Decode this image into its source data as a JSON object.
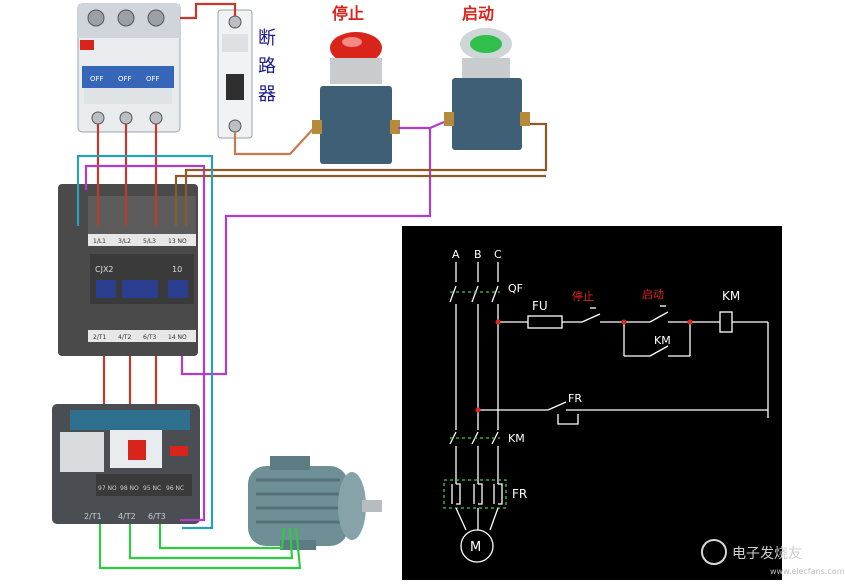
{
  "photo_labels": {
    "breaker_1": "断",
    "breaker_2": "路",
    "breaker_3": "器",
    "stop_button": "停止",
    "start_button": "启动"
  },
  "device_markings": {
    "contactor_model": "CJX2",
    "contactor_rating": "10",
    "contactor_top_terminals": [
      "1/L1",
      "3/L2",
      "5/L3",
      "13 NO"
    ],
    "contactor_bottom_terminals": [
      "2/T1",
      "4/T2",
      "6/T3",
      "14 NO"
    ],
    "breaker_switch": [
      "OFF",
      "OFF",
      "OFF"
    ],
    "relay_terminals": [
      "97 NO",
      "98 NO",
      "95 NC",
      "96 NC"
    ],
    "relay_outputs": [
      "2/T1",
      "4/T2",
      "6/T3"
    ]
  },
  "schematic": {
    "phases": [
      "A",
      "B",
      "C"
    ],
    "qf": "QF",
    "fu": "FU",
    "stop": "停止",
    "start": "启动",
    "km_coil": "KM",
    "km_aux": "KM",
    "fr_contact": "FR",
    "km_main": "KM",
    "fr_thermal": "FR",
    "motor": "M"
  },
  "watermark": {
    "brand": "电子发烧友",
    "url": "www.elecfans.com"
  },
  "colors": {
    "stop_button": "#d9241c",
    "start_button": "#2fbf4a",
    "schematic_bg": "#000000",
    "schematic_line": "#ffffff",
    "schematic_label_red": "#e0241b",
    "wire_red": "#c0392b",
    "wire_purple": "#b03cc8",
    "wire_brown": "#8b5a2b",
    "wire_teal": "#2a9fb8",
    "wire_green": "#2ecc40",
    "contactor_body": "#4a4a4a",
    "motor_body": "#6f8f96"
  }
}
